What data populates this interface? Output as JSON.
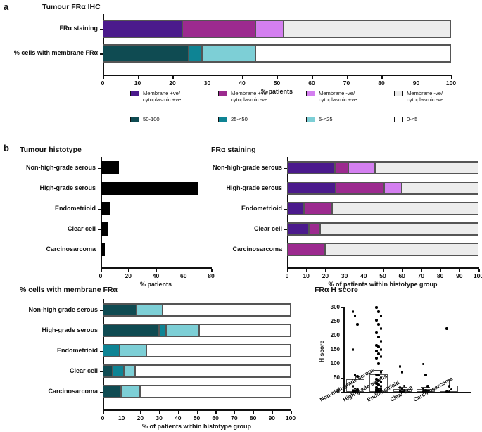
{
  "panels": {
    "a": {
      "letter": "a",
      "title": "Tumour FRα IHC",
      "xlabel": "% patients"
    },
    "b": {
      "letter": "b"
    }
  },
  "legend": {
    "row1": [
      {
        "label": "Membrane +ve/\ncytoplasmic +ve",
        "color": "#4b1a8c"
      },
      {
        "label": "Membrane +ve/\ncytoplasmic -ve",
        "color": "#9c2a8f"
      },
      {
        "label": "Membrane -ve/\ncytoplasmic +ve",
        "color": "#d47ff0"
      },
      {
        "label": "Membrane -ve/\ncytoplasmic -ve",
        "color": "#ececec"
      }
    ],
    "row2": [
      {
        "label": "50-100",
        "color": "#0f4b52"
      },
      {
        "label": "25-<50",
        "color": "#0e8494"
      },
      {
        "label": "5-<25",
        "color": "#7dcfd6"
      },
      {
        "label": "0-<5",
        "color": "#ffffff"
      }
    ]
  },
  "chart_data": [
    {
      "id": "panel-a-stacked",
      "type": "bar",
      "orientation": "horizontal",
      "stacked": true,
      "title": "Tumour FRα IHC",
      "xlabel": "% patients",
      "ylabel": "",
      "xlim": [
        0,
        100
      ],
      "xticks": [
        0,
        10,
        20,
        30,
        40,
        50,
        60,
        70,
        80,
        90,
        100
      ],
      "grid": false,
      "categories": [
        "FRα staining",
        "% cells with membrane FRα"
      ],
      "series": [
        {
          "name": "Membrane +ve/cytoplasmic +ve",
          "color": "#4b1a8c",
          "values": [
            23.0,
            null
          ]
        },
        {
          "name": "Membrane +ve/cytoplasmic -ve",
          "color": "#9c2a8f",
          "values": [
            21.0,
            null
          ]
        },
        {
          "name": "Membrane -ve/cytoplasmic +ve",
          "color": "#d47ff0",
          "values": [
            8.0,
            null
          ]
        },
        {
          "name": "Membrane -ve/cytoplasmic -ve",
          "color": "#ececec",
          "values": [
            48.0,
            null
          ]
        },
        {
          "name": "50-100",
          "color": "#0f4b52",
          "values": [
            null,
            24.7
          ]
        },
        {
          "name": "25-<50",
          "color": "#0e8494",
          "values": [
            null,
            3.8
          ]
        },
        {
          "name": "5-<25",
          "color": "#7dcfd6",
          "values": [
            null,
            15.5
          ]
        },
        {
          "name": "0-<5",
          "color": "#ffffff",
          "values": [
            null,
            56.0
          ]
        }
      ]
    },
    {
      "id": "tumour-histotype",
      "type": "bar",
      "orientation": "horizontal",
      "title": "Tumour histotype",
      "xlabel": "% patients",
      "ylabel": "",
      "xlim": [
        0,
        80
      ],
      "xticks": [
        0,
        20,
        40,
        60,
        80
      ],
      "grid": false,
      "categories": [
        "Non-high-grade serous",
        "High-grade serous",
        "Endometrioid",
        "Clear cell",
        "Carcinosarcoma"
      ],
      "values": [
        13.5,
        71.0,
        6.5,
        5.0,
        3.0
      ],
      "color": "#000000"
    },
    {
      "id": "fra-staining-by-histotype",
      "type": "bar",
      "orientation": "horizontal",
      "stacked": true,
      "title": "FRα staining",
      "xlabel": "% of patients within histotype group",
      "ylabel": "",
      "xlim": [
        0,
        100
      ],
      "xticks": [
        0,
        10,
        20,
        30,
        40,
        50,
        60,
        70,
        80,
        90,
        100
      ],
      "grid": false,
      "categories": [
        "Non-high-grade serous",
        "High-grade serous",
        "Endometrioid",
        "Clear cell",
        "Carcinosarcoma"
      ],
      "series": [
        {
          "name": "Membrane +ve/cytoplasmic +ve",
          "color": "#4b1a8c",
          "values": [
            25.0,
            25.5,
            9.0,
            11.5,
            0.0
          ]
        },
        {
          "name": "Membrane +ve/cytoplasmic -ve",
          "color": "#9c2a8f",
          "values": [
            7.0,
            25.5,
            14.5,
            6.0,
            20.0
          ]
        },
        {
          "name": "Membrane -ve/cytoplasmic +ve",
          "color": "#d47ff0",
          "values": [
            14.0,
            9.0,
            0.0,
            0.0,
            0.0
          ]
        },
        {
          "name": "Membrane -ve/cytoplasmic -ve",
          "color": "#ececec",
          "values": [
            54.0,
            40.0,
            76.5,
            82.5,
            80.0
          ]
        }
      ]
    },
    {
      "id": "membrane-fra-by-histotype",
      "type": "bar",
      "orientation": "horizontal",
      "stacked": true,
      "title": "% cells with membrane FRα",
      "xlabel": "% of patients within histotype group",
      "ylabel": "",
      "xlim": [
        0,
        100
      ],
      "xticks": [
        0,
        10,
        20,
        30,
        40,
        50,
        60,
        70,
        80,
        90,
        100
      ],
      "grid": false,
      "categories": [
        "Non-high grade serous",
        "High-grade serous",
        "Endometrioid",
        "Clear cell",
        "Carcinosarcoma"
      ],
      "series": [
        {
          "name": "50-100",
          "color": "#0f4b52",
          "values": [
            18.0,
            30.0,
            0.0,
            5.5,
            10.0
          ]
        },
        {
          "name": "25-<50",
          "color": "#0e8494",
          "values": [
            0.0,
            4.0,
            9.0,
            6.0,
            0.0
          ]
        },
        {
          "name": "5-<25",
          "color": "#7dcfd6",
          "values": [
            14.0,
            17.5,
            14.5,
            6.0,
            10.0
          ]
        },
        {
          "name": "0-<5",
          "color": "#ffffff",
          "values": [
            68.0,
            48.5,
            76.5,
            82.5,
            80.0
          ]
        }
      ]
    },
    {
      "id": "fra-h-score",
      "type": "scatter",
      "title": "FRα H score",
      "xlabel": "",
      "ylabel": "H score",
      "ylim": [
        0,
        300
      ],
      "yticks": [
        0,
        50,
        100,
        150,
        200,
        250,
        300
      ],
      "grid": false,
      "categories": [
        "Non-high-grade serous",
        "High-grade serous",
        "Endometrioid",
        "Clear cell",
        "Carcinosarcoma"
      ],
      "means": [
        44,
        63,
        9,
        9,
        23
      ],
      "error_upper": [
        58,
        77,
        17,
        18,
        47
      ],
      "points": [
        [
          285,
          270,
          240,
          150,
          60,
          55,
          20,
          12,
          8,
          5,
          4,
          3,
          2,
          1,
          0,
          0,
          0,
          0
        ],
        [
          300,
          285,
          270,
          255,
          240,
          225,
          210,
          195,
          180,
          165,
          160,
          150,
          145,
          135,
          125,
          120,
          100,
          70,
          62,
          58,
          52,
          45,
          40,
          35,
          30,
          25,
          20,
          15,
          12,
          10,
          8,
          6,
          5,
          4,
          3,
          2,
          1,
          0,
          0,
          0,
          0,
          0
        ],
        [
          90,
          70,
          22,
          15,
          10,
          6,
          4,
          2,
          1,
          0,
          0,
          0
        ],
        [
          98,
          60,
          20,
          12,
          5,
          3,
          1,
          0,
          0,
          0
        ],
        [
          225,
          20,
          8,
          2,
          0
        ]
      ]
    }
  ]
}
